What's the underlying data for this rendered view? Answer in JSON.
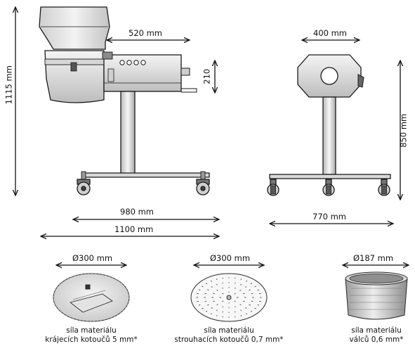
{
  "dimensions": {
    "side_total_height": "1115 mm",
    "side_body_length": "520 mm",
    "side_body_height": "210",
    "side_base_length": "980 mm",
    "side_total_length": "1100 mm",
    "front_body_width": "400 mm",
    "front_height": "850 mm",
    "front_base_width": "770 mm"
  },
  "accessories": [
    {
      "diameter": "Ø300 mm",
      "caption_line1": "síla materiálu",
      "caption_line2": "krájecích kotoučů 5 mm*"
    },
    {
      "diameter": "Ø300 mm",
      "caption_line1": "síla materiálu",
      "caption_line2": "strouhacích kotoučů 0,7 mm*"
    },
    {
      "diameter": "Ø187 mm",
      "caption_line1": "síla materiálu",
      "caption_line2": "válců 0,6 mm*"
    }
  ],
  "colors": {
    "line": "#1a1a1a",
    "body_fill": "#e6e6e6",
    "dark_fill": "#8a8a8a",
    "light_fill": "#f2f2f2"
  }
}
